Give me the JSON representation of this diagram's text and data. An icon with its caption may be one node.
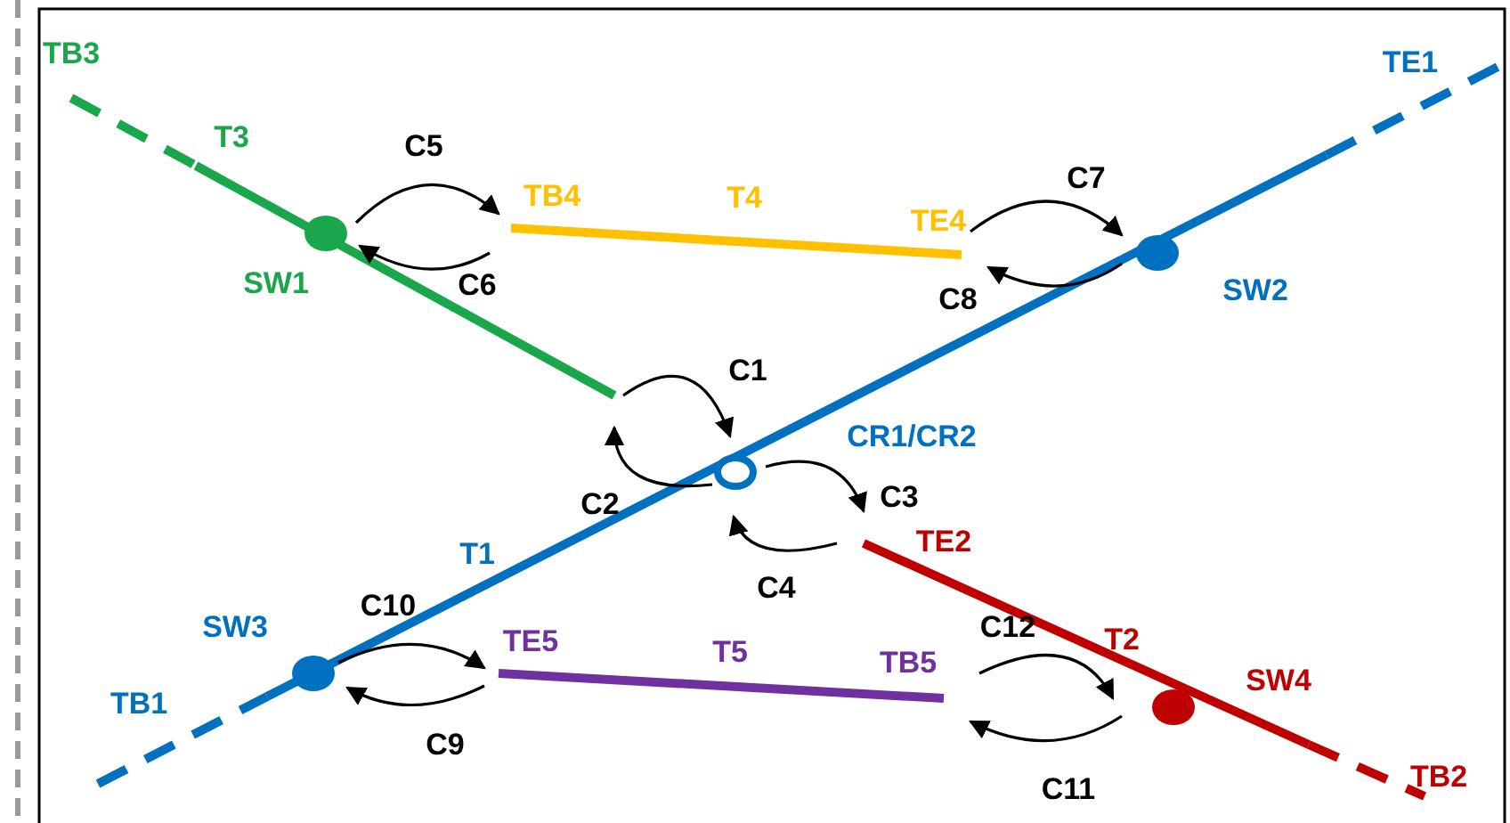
{
  "diagram": {
    "nodes": [
      {
        "text": [],
        "shape": "circle",
        "beside": [
          "SW1"
        ]
      },
      {
        "text": [],
        "shape": "circle",
        "beside": [
          "SW2"
        ]
      },
      {
        "text": [],
        "shape": "circle",
        "beside": [
          "CR1/CR2"
        ]
      },
      {
        "text": [],
        "shape": "circle",
        "beside": [
          "SW3"
        ]
      },
      {
        "text": [],
        "shape": "circle",
        "beside": [
          "SW4"
        ]
      }
    ],
    "labels": [
      "TB3",
      "TE1",
      "T3",
      "C5",
      "C7",
      "TB4",
      "T4",
      "TE4",
      "C6",
      "C8",
      "C1",
      "C2",
      "C3",
      "T1",
      "TE2",
      "C4",
      "C10",
      "TE5",
      "T5",
      "TB5",
      "C12",
      "T2",
      "TB1",
      "C9",
      "C11",
      "TB2"
    ]
  }
}
